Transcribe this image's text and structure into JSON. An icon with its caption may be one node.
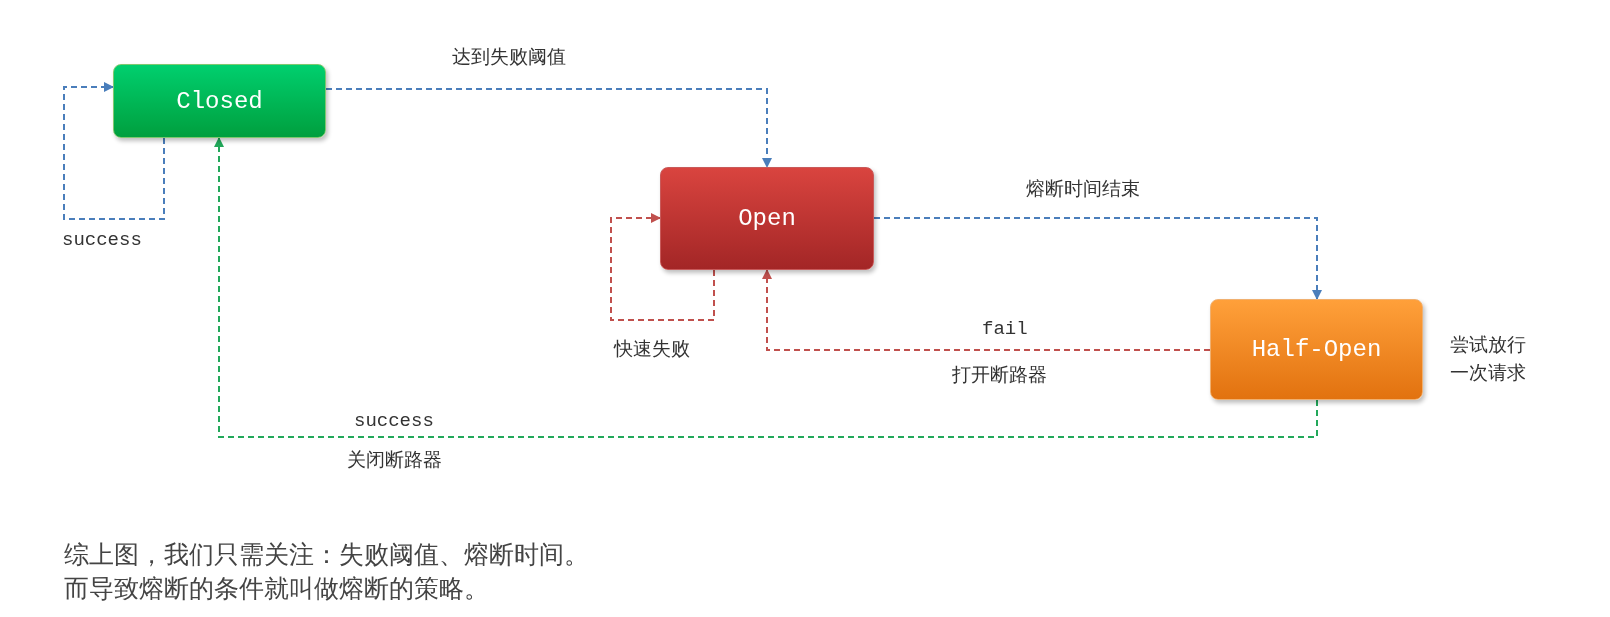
{
  "diagram": {
    "nodes": [
      {
        "text": [
          "Closed"
        ]
      },
      {
        "text": [
          "Open"
        ]
      },
      {
        "text": [
          "Half-Open"
        ],
        "beside": [
          "尝试放行一次请求"
        ]
      }
    ],
    "edges": [
      {
        "from": 0,
        "to": 1,
        "arrow": "to",
        "label": "达到失败阈值",
        "style": "dashed",
        "color": "#4a7ebb"
      },
      {
        "from": 0,
        "to": 0,
        "arrow": "to",
        "label": "success",
        "style": "dashed",
        "color": "#4a7ebb"
      },
      {
        "from": 1,
        "to": 2,
        "arrow": "to",
        "label": "熔断时间结束",
        "style": "dashed",
        "color": "#4a7ebb"
      },
      {
        "from": 1,
        "to": 1,
        "arrow": "to",
        "label": "快速失败",
        "style": "dashed",
        "color": "#c0504d"
      },
      {
        "from": 2,
        "to": 1,
        "arrow": "to",
        "label": "fail",
        "style": "dashed",
        "color": "#c0504d"
      },
      {
        "from": 2,
        "to": 0,
        "arrow": "to",
        "label": "success",
        "style": "dashed",
        "color": "#22a85a"
      }
    ],
    "labels": [
      "打开断路器",
      "关闭断路器",
      "综上图，我们只需关注：失败阈值、熔断时间。",
      "而导致熔断的条件就叫做熔断的策略。"
    ]
  }
}
